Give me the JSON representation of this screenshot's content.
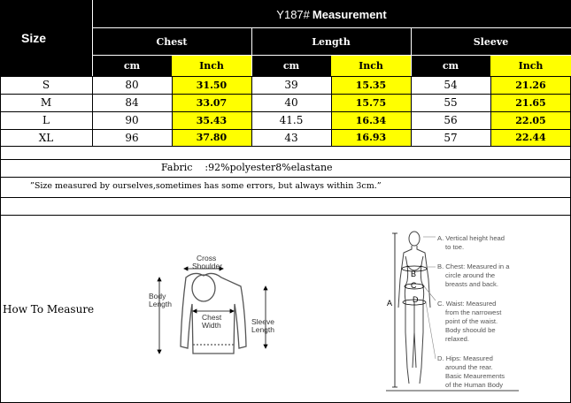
{
  "table": {
    "title_prefix": "Y187#",
    "title_main": "Measurement",
    "size_label": "Size",
    "groups": [
      "Chest",
      "Length",
      "Sleeve"
    ],
    "units": [
      "cm",
      "Inch",
      "cm",
      "Inch",
      "cm",
      "Inch"
    ],
    "rows": [
      {
        "size": "S",
        "values": [
          "80",
          "31.50",
          "39",
          "15.35",
          "54",
          "21.26"
        ]
      },
      {
        "size": "M",
        "values": [
          "84",
          "33.07",
          "40",
          "15.75",
          "55",
          "21.65"
        ]
      },
      {
        "size": "L",
        "values": [
          "90",
          "35.43",
          "41.5",
          "16.34",
          "56",
          "22.05"
        ]
      },
      {
        "size": "XL",
        "values": [
          "96",
          "37.80",
          "43",
          "16.93",
          "57",
          "22.44"
        ]
      }
    ]
  },
  "fabric": "Fabric    :92%polyester8%elastane",
  "note": "”Size measured by ourselves,sometimes has some errors, but always within 3cm.”",
  "how_to_measure": "How To Measure",
  "garment": {
    "cross_shoulder": [
      "Cross",
      "Shoulder"
    ],
    "body_length": [
      "Body",
      "Length"
    ],
    "chest_width": [
      "Chest",
      "Width"
    ],
    "sleeve_length": [
      "Sleeve",
      "Length"
    ]
  },
  "body": {
    "markers": [
      "B",
      "C",
      "D",
      "A"
    ],
    "notes": [
      [
        "A. Vertical height head",
        "to toe."
      ],
      [
        "B. Chest: Measured in a",
        "circle around the",
        "breasts and back."
      ],
      [
        "C. Waist: Measured",
        "from the narrowest",
        "point of the waist.",
        "Body shoould be",
        "relaxed."
      ],
      [
        "D. Hips: Measured",
        "around the rear.",
        "Basic Meaurements",
        "of the Human Body"
      ]
    ]
  },
  "colors": {
    "header_bg": "#000000",
    "inch_bg": "#ffff00",
    "grid": "#000000"
  }
}
